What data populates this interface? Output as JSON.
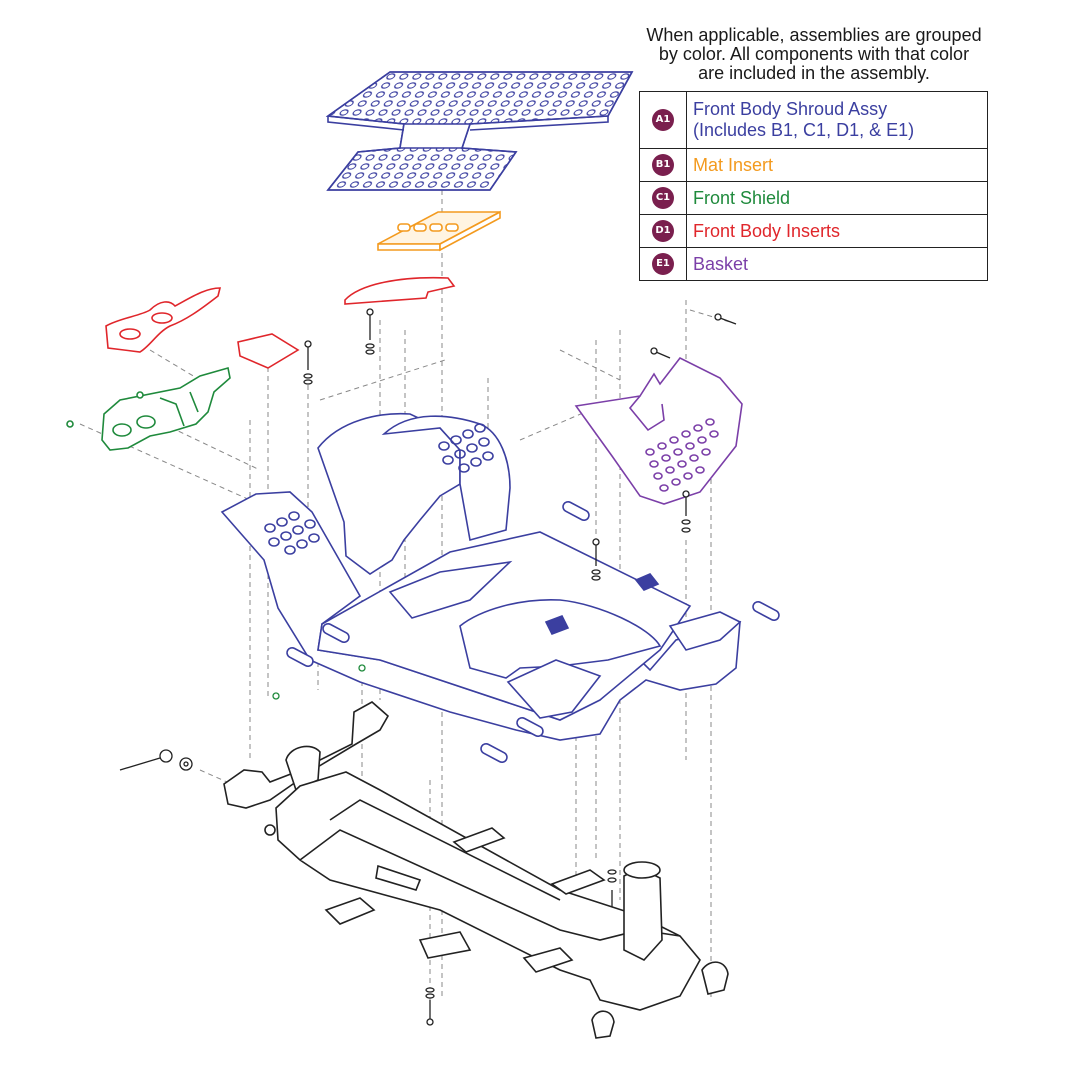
{
  "note": {
    "line1": "When applicable, assemblies are grouped",
    "line2": "by color. All components with that color",
    "line3": "are included in the assembly."
  },
  "legend": [
    {
      "code": "A1",
      "label": "Front Body Shroud Assy",
      "sublabel": "(Includes B1, C1, D1, & E1)",
      "color": "#3b3fa0"
    },
    {
      "code": "B1",
      "label": "Mat Insert",
      "sublabel": "",
      "color": "#f39a1e"
    },
    {
      "code": "C1",
      "label": "Front Shield",
      "sublabel": "",
      "color": "#1f8a3c"
    },
    {
      "code": "D1",
      "label": "Front Body Inserts",
      "sublabel": "",
      "color": "#e0262b"
    },
    {
      "code": "E1",
      "label": "Basket",
      "sublabel": "",
      "color": "#7b3fa8"
    }
  ],
  "colors": {
    "badge": "#7a1f4e",
    "shroud": "#3b3fa0",
    "mat": "#f39a1e",
    "shield": "#1f8a3c",
    "inserts": "#e0262b",
    "basket": "#7b3fa8",
    "frame": "#222222",
    "leader": "#888888"
  }
}
